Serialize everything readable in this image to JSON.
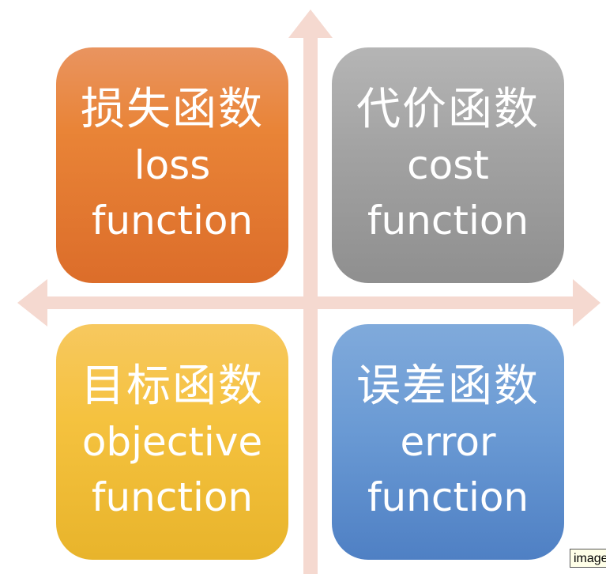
{
  "diagram": {
    "quadrants": [
      {
        "id": "loss",
        "zh": "损失函数",
        "en_lines": [
          "loss",
          "function"
        ]
      },
      {
        "id": "cost",
        "zh": "代价函数",
        "en_lines": [
          "cost",
          "function"
        ]
      },
      {
        "id": "objective",
        "zh": "目标函数",
        "en_lines": [
          "objective",
          "function"
        ]
      },
      {
        "id": "error",
        "zh": "误差函数",
        "en_lines": [
          "error",
          "function"
        ]
      }
    ],
    "colors": {
      "loss": "#e98437",
      "cost": "#a2a2a2",
      "objective": "#f5c23f",
      "error": "#6a9ad4",
      "arrows": "#f5d9d0"
    }
  },
  "tooltip": {
    "text": "image"
  }
}
